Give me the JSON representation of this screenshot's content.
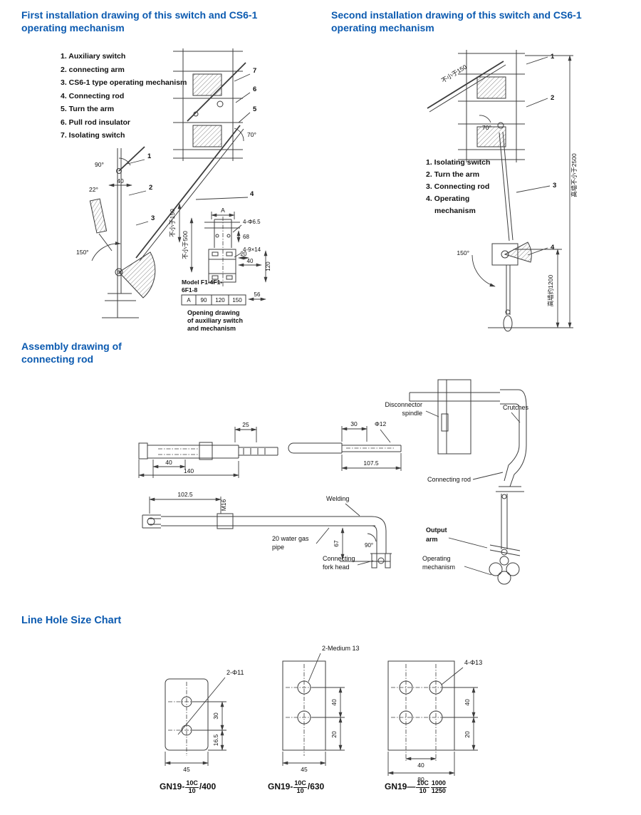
{
  "page": {
    "accent": "#0b5ab0"
  },
  "first": {
    "title": "First installation drawing of this switch and CS6-1 operating mechanism",
    "legend": [
      "1. Auxiliary switch",
      "2. connecting arm",
      "3. CS6-1 type operating mechanism",
      "4. Connecting rod",
      "5. Turn the arm",
      "6. Pull rod insulator",
      "7. Isolating switch"
    ],
    "callouts": [
      "1",
      "2",
      "3",
      "4",
      "5",
      "6",
      "7"
    ],
    "dims": {
      "angle90": "90°",
      "angle22": "22°",
      "len40": "40",
      "angle150": "150°",
      "angle70": "70°",
      "min150": "不小于150",
      "min500": "不小于500",
      "detail_a": "A",
      "holes465": "4-Φ6.5",
      "len68": "68",
      "len20": "20",
      "len40b": "40",
      "slots914": "4-9×14",
      "len120": "120",
      "len56": "56"
    },
    "model_line1": "Model F1-4F1-",
    "model_line2": "6F1-8",
    "table": [
      "A",
      "90",
      "120",
      "150"
    ],
    "caption": [
      "Opening drawing",
      "of auxiliary switch",
      "and mechanism"
    ]
  },
  "second": {
    "title": "Second installation drawing of this switch and CS6-1 operating mechanism",
    "legend": [
      "1. Isolating switch",
      "2. Turn the arm",
      "3. Connecting rod",
      "4. Operating mechanism"
    ],
    "callouts": [
      "1",
      "2",
      "3",
      "4"
    ],
    "dims": {
      "min150": "不小于150",
      "angle70": "70°",
      "angle150": "150°",
      "wall2500": "高墙不小于2500",
      "wall1200": "高墙约1200"
    }
  },
  "assembly": {
    "title": "Assembly drawing of connecting rod",
    "labels": {
      "spindle1": "Disconnector",
      "spindle2": "spindle",
      "crutches": "Crutches",
      "connecting_rod": "Connecting rod",
      "welding": "Welding",
      "pipe1": "20 water gas",
      "pipe2": "pipe",
      "fork1": "Connecting",
      "fork2": "fork head",
      "output1": "Output",
      "output2": "arm",
      "opmech1": "Operating",
      "opmech2": "mechanism"
    },
    "dims": {
      "len25": "25",
      "len40": "40",
      "len140": "140",
      "len30": "30",
      "phi12": "Φ12",
      "len1075": "107.5",
      "len1025": "102.5",
      "m16": "M16",
      "len67": "67",
      "angle90": "90°"
    }
  },
  "holes": {
    "title": "Line Hole Size Chart",
    "d1": {
      "label": "2-Φ11",
      "v1": "30",
      "v2": "16.5",
      "b1": "45"
    },
    "d2": {
      "label": "2-Medium 13",
      "v1": "40",
      "v2": "20",
      "b1": "45"
    },
    "d3": {
      "label": "4-Φ13",
      "v1": "40",
      "v2": "20",
      "b1": "40",
      "b2": "80"
    },
    "m1": {
      "prefix": "GN19-",
      "ftop": "10C",
      "fbot": "10",
      "suffix": "/400"
    },
    "m2": {
      "prefix": "GN19-",
      "ftop": "10C",
      "fbot": "10",
      "suffix": "/630"
    },
    "m3": {
      "prefix": "GN19—",
      "f1top": "10C",
      "f1bot": "10",
      "f2top": "1000",
      "f2bot": "1250"
    }
  }
}
